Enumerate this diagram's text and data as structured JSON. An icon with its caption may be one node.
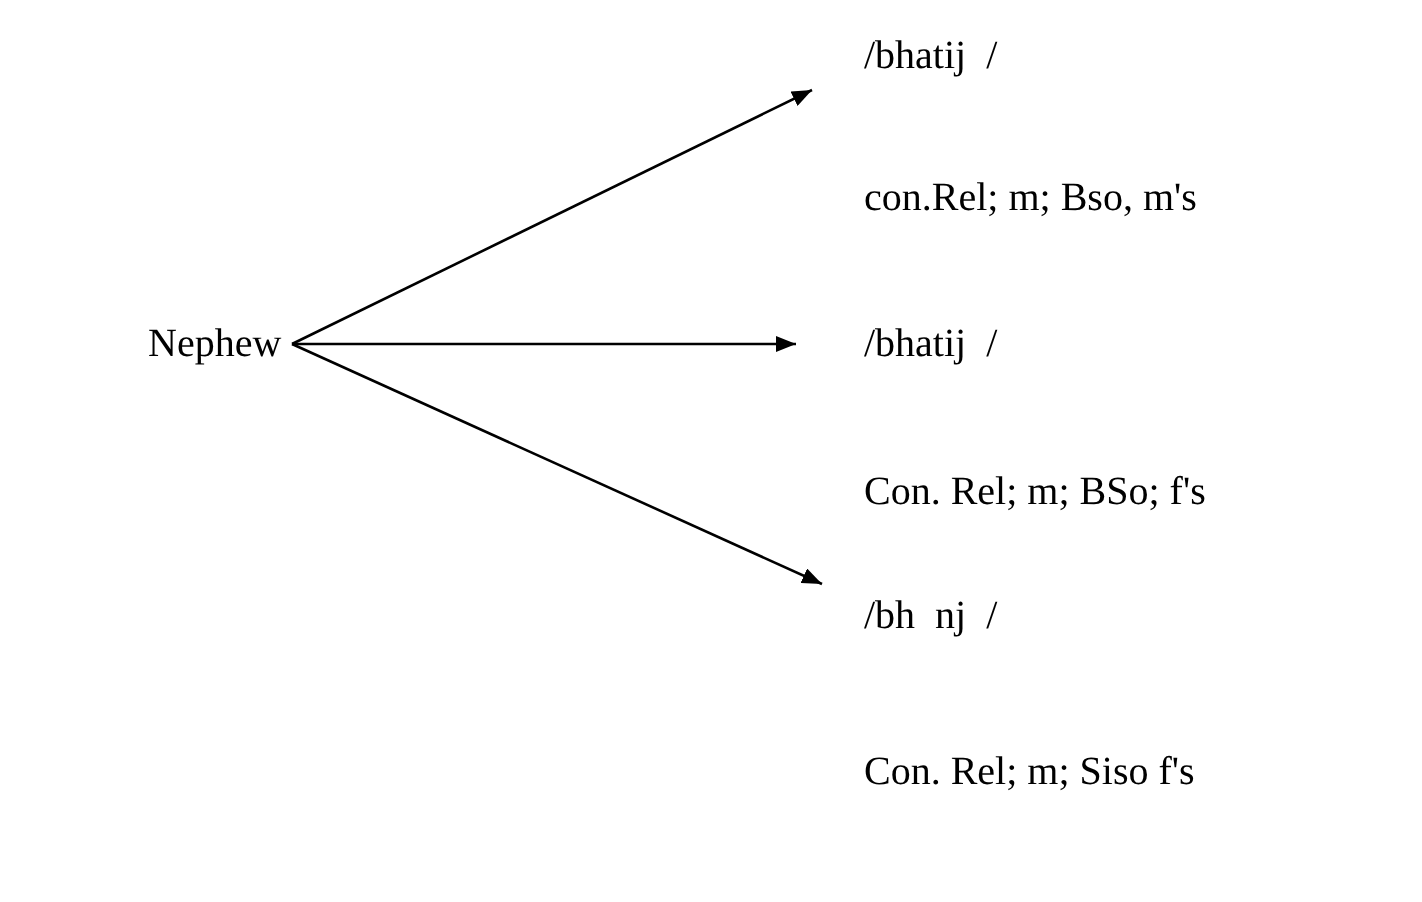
{
  "diagram": {
    "nodes": [
      {
        "text": [
          "Nephew"
        ]
      },
      {
        "text": [
          "/bhatij  /"
        ],
        "beside": [
          "con.Rel; m; Bso, m's"
        ]
      },
      {
        "text": [
          "/bhatij  /"
        ],
        "beside": [
          "Con. Rel; m; BSo; f's"
        ]
      },
      {
        "text": [
          "/bh  nj  /"
        ],
        "beside": [
          "Con. Rel; m; Siso f's"
        ]
      }
    ],
    "edges": [
      {
        "from": 0,
        "to": 1,
        "arrow": "to"
      },
      {
        "from": 0,
        "to": 2,
        "arrow": "to"
      },
      {
        "from": 0,
        "to": 3,
        "arrow": "to"
      }
    ]
  }
}
